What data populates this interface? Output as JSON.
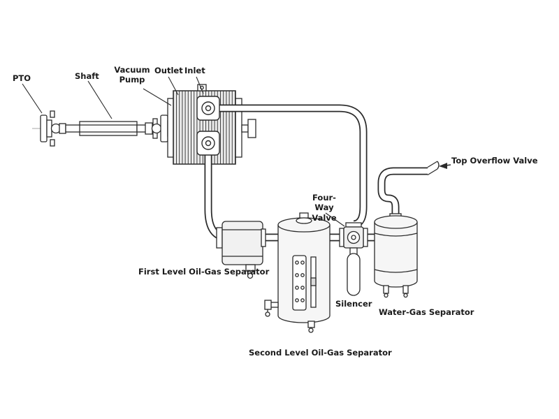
{
  "diagram": {
    "background_color": "#ffffff",
    "line_color": "#2b2b2b",
    "labels": {
      "pto": "PTO",
      "shaft": "Shaft",
      "vacuum_pump": "Vacuum Pump",
      "outlet": "Outlet",
      "inlet": "Inlet",
      "top_overflow_valve": "Top Overflow Valve",
      "four_way_valve": "Four-Way Valve",
      "first_level_separator": "First Level Oil-Gas Separator",
      "silencer": "Silencer",
      "water_gas_separator": "Water-Gas Separator",
      "second_level_separator": "Second Level Oil-Gas Separator"
    }
  }
}
